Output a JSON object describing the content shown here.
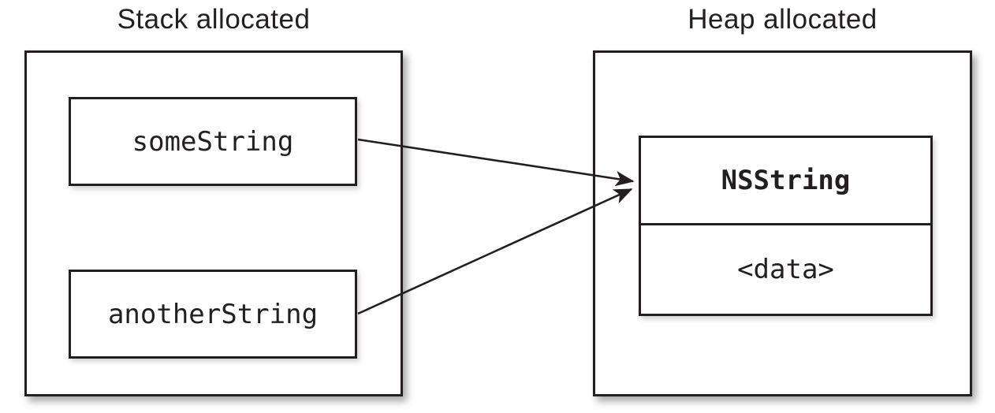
{
  "colors": {
    "line": "#231f20",
    "background": "#ffffff",
    "box_fill": "#ffffff"
  },
  "titles": {
    "stack": "Stack allocated",
    "heap": "Heap allocated"
  },
  "stack": {
    "variables": [
      {
        "label": "someString"
      },
      {
        "label": "anotherString"
      }
    ]
  },
  "heap": {
    "object": {
      "class_name": "NSString",
      "content": "<data>"
    }
  },
  "arrows": [
    {
      "from": "someString",
      "to": "NSString"
    },
    {
      "from": "anotherString",
      "to": "NSString"
    }
  ]
}
